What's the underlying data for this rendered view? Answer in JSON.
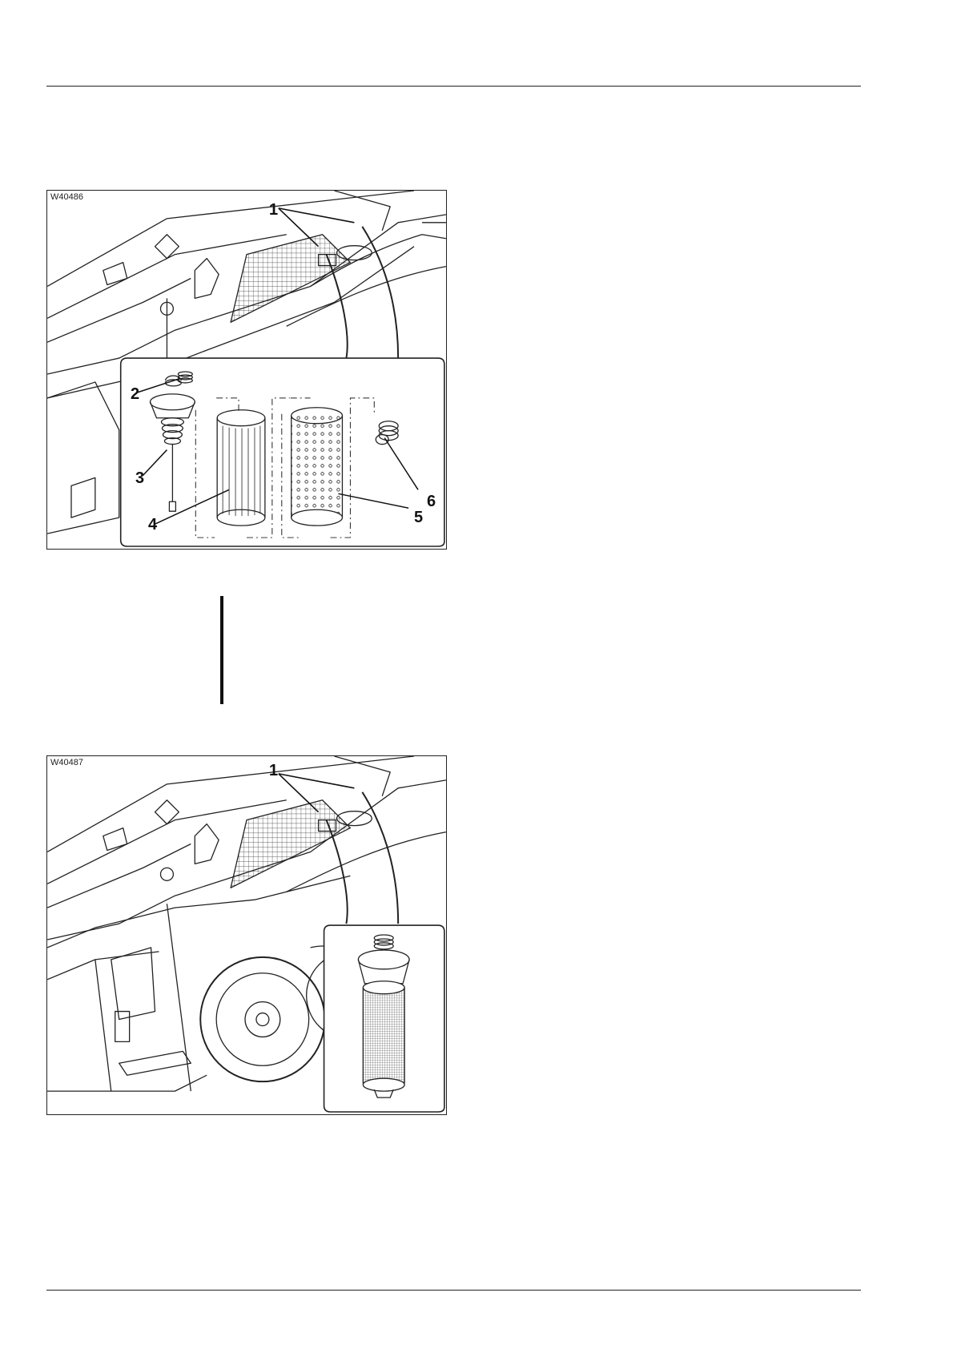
{
  "figures": [
    {
      "id": "W40486",
      "callouts": [
        "1",
        "2",
        "3",
        "4",
        "5",
        "6"
      ]
    },
    {
      "id": "W40487",
      "callouts": [
        "1"
      ]
    }
  ]
}
